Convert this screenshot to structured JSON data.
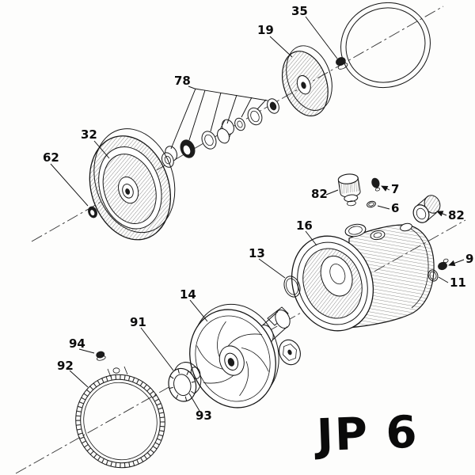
{
  "diagram": {
    "model_label": "JP 6",
    "labels": {
      "p6": "6",
      "p7": "7",
      "p9": "9",
      "p11": "11",
      "p13": "13",
      "p14": "14",
      "p16": "16",
      "p19": "19",
      "p32": "32",
      "p35": "35",
      "p62": "62",
      "p78": "78",
      "p82a": "82",
      "p82b": "82",
      "p91": "91",
      "p92": "92",
      "p93": "93",
      "p94": "94"
    },
    "colors": {
      "ink": "#161616",
      "paper": "#fdfdfc"
    }
  }
}
